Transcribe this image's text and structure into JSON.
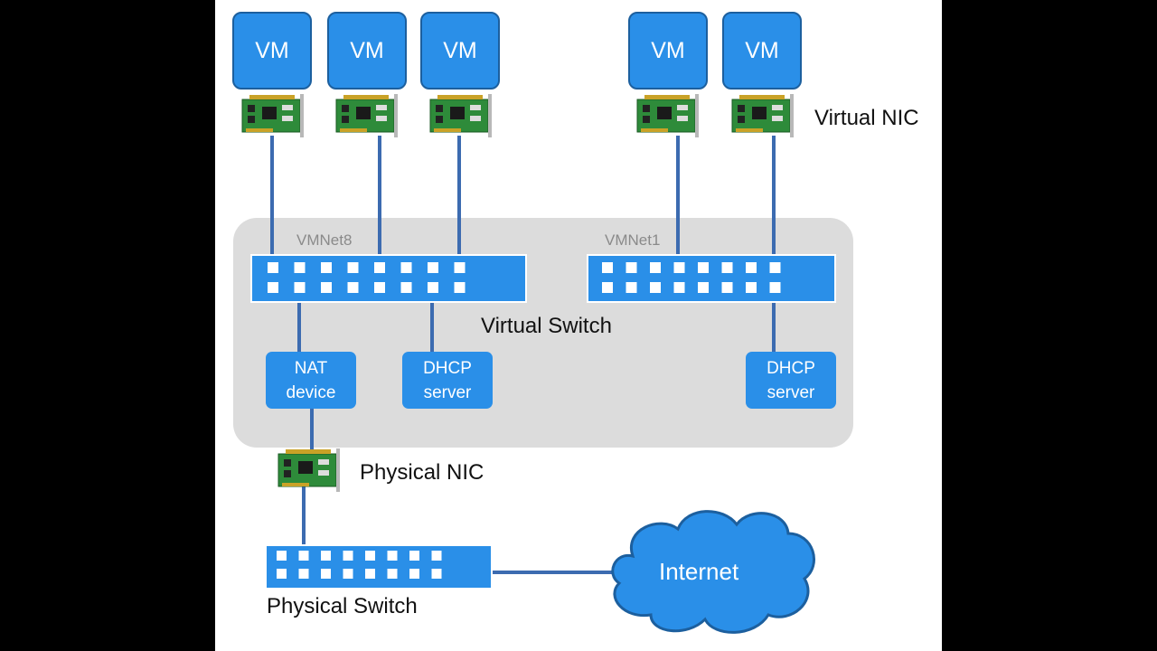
{
  "diagram": {
    "vms": [
      "VM",
      "VM",
      "VM",
      "VM",
      "VM"
    ],
    "virtual_nic_label": "Virtual NIC",
    "vmnet8_label": "VMNet8",
    "vmnet1_label": "VMNet1",
    "virtual_switch_label": "Virtual Switch",
    "nat_device": [
      "NAT",
      "device"
    ],
    "dhcp_server_a": [
      "DHCP",
      "server"
    ],
    "dhcp_server_b": [
      "DHCP",
      "server"
    ],
    "physical_nic_label": "Physical NIC",
    "physical_switch_label": "Physical Switch",
    "internet_label": "Internet",
    "colors": {
      "blue": "#2a8fe8",
      "line": "#3c6bb0",
      "gray_area": "#dcdcdc",
      "nic_green": "#2e8b3a"
    }
  }
}
